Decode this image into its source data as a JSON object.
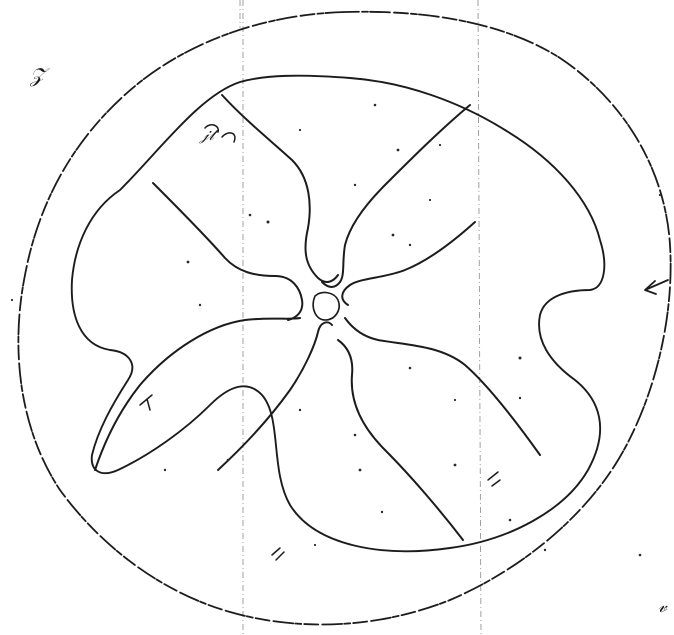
{
  "drawing": {
    "ink_color": "#1c1c1c",
    "paper_color": "#ffffff",
    "guide_color": "#8a8a8a"
  },
  "marks": {
    "top_left": "𝒵",
    "inner_mark": "𝒿𝓉",
    "bottom_right": "𝓋"
  }
}
